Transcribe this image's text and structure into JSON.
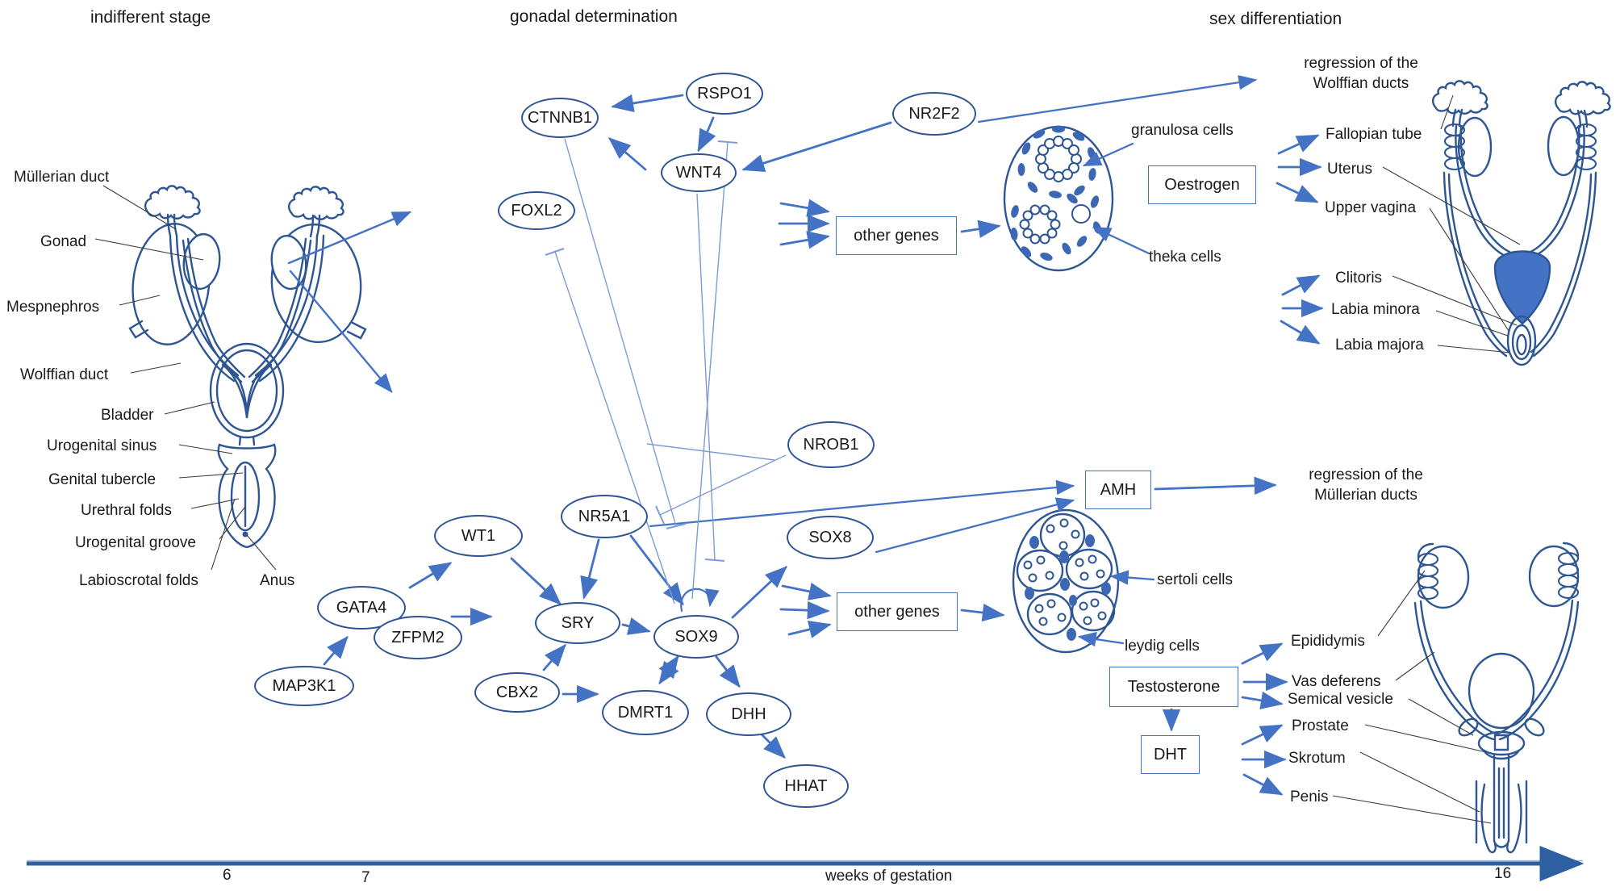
{
  "titles": {
    "stage1": "indifferent stage",
    "stage2": "gonadal determination",
    "stage3": "sex differentiation"
  },
  "genes": {
    "rspo1": "RSPO1",
    "ctnnb1": "CTNNB1",
    "nr2f2": "NR2F2",
    "wnt4": "WNT4",
    "foxl2": "FOXL2",
    "nrob1": "NROB1",
    "nr5a1": "NR5A1",
    "wt1": "WT1",
    "gata4": "GATA4",
    "zfpm2": "ZFPM2",
    "map3k1": "MAP3K1",
    "sry": "SRY",
    "cbx2": "CBX2",
    "sox9": "SOX9",
    "dmrt1": "DMRT1",
    "dhh": "DHH",
    "hhat": "HHAT",
    "sox8": "SOX8"
  },
  "boxes": {
    "other_genes_female": "other genes",
    "oestrogen": "Oestrogen",
    "amh": "AMH",
    "other_genes_male": "other genes",
    "testosterone": "Testosterone",
    "dht": "DHT"
  },
  "anatomy_labels": {
    "mullerian_duct": "Müllerian duct",
    "gonad": "Gonad",
    "mespnephros": "Mespnephros",
    "wolffian_duct": "Wolffian duct",
    "bladder": "Bladder",
    "urogenital_sinus": "Urogenital sinus",
    "genital_tubercle": "Genital tubercle",
    "urethral_folds": "Urethral folds",
    "urogenital_groove": "Urogenital groove",
    "labioscrotal_folds": "Labioscrotal folds",
    "anus": "Anus"
  },
  "female": {
    "regression_wolffian": "regression of the\nWolffian ducts",
    "granulosa_cells": "granulosa cells",
    "theka_cells": "theka cells",
    "fallopian_tube": "Fallopian tube",
    "uterus": "Uterus",
    "upper_vagina": "Upper vagina",
    "clitoris": "Clitoris",
    "labia_minora": "Labia minora",
    "labia_majora": "Labia majora"
  },
  "male": {
    "regression_mullerian": "regression of the\nMüllerian ducts",
    "sertoli_cells": "sertoli cells",
    "leydig_cells": "leydig cells",
    "epididymis": "Epididymis",
    "vas_deferens": "Vas deferens",
    "semical_vesicle": "Semical vesicle",
    "prostate": "Prostate",
    "skrotum": "Skrotum",
    "penis": "Penis"
  },
  "axis": {
    "tick_6": "6",
    "tick_7": "7",
    "label": "weeks of gestation",
    "tick_16": "16"
  },
  "colors": {
    "arrow": "#4472C4",
    "line_art": "#2E5693",
    "node_border": "#2F5496",
    "inhibition": "#7D9BD6",
    "axis": "#2E5FA3",
    "uterus_fill": "#4472C4",
    "cell_fill": "#3B67B5"
  }
}
